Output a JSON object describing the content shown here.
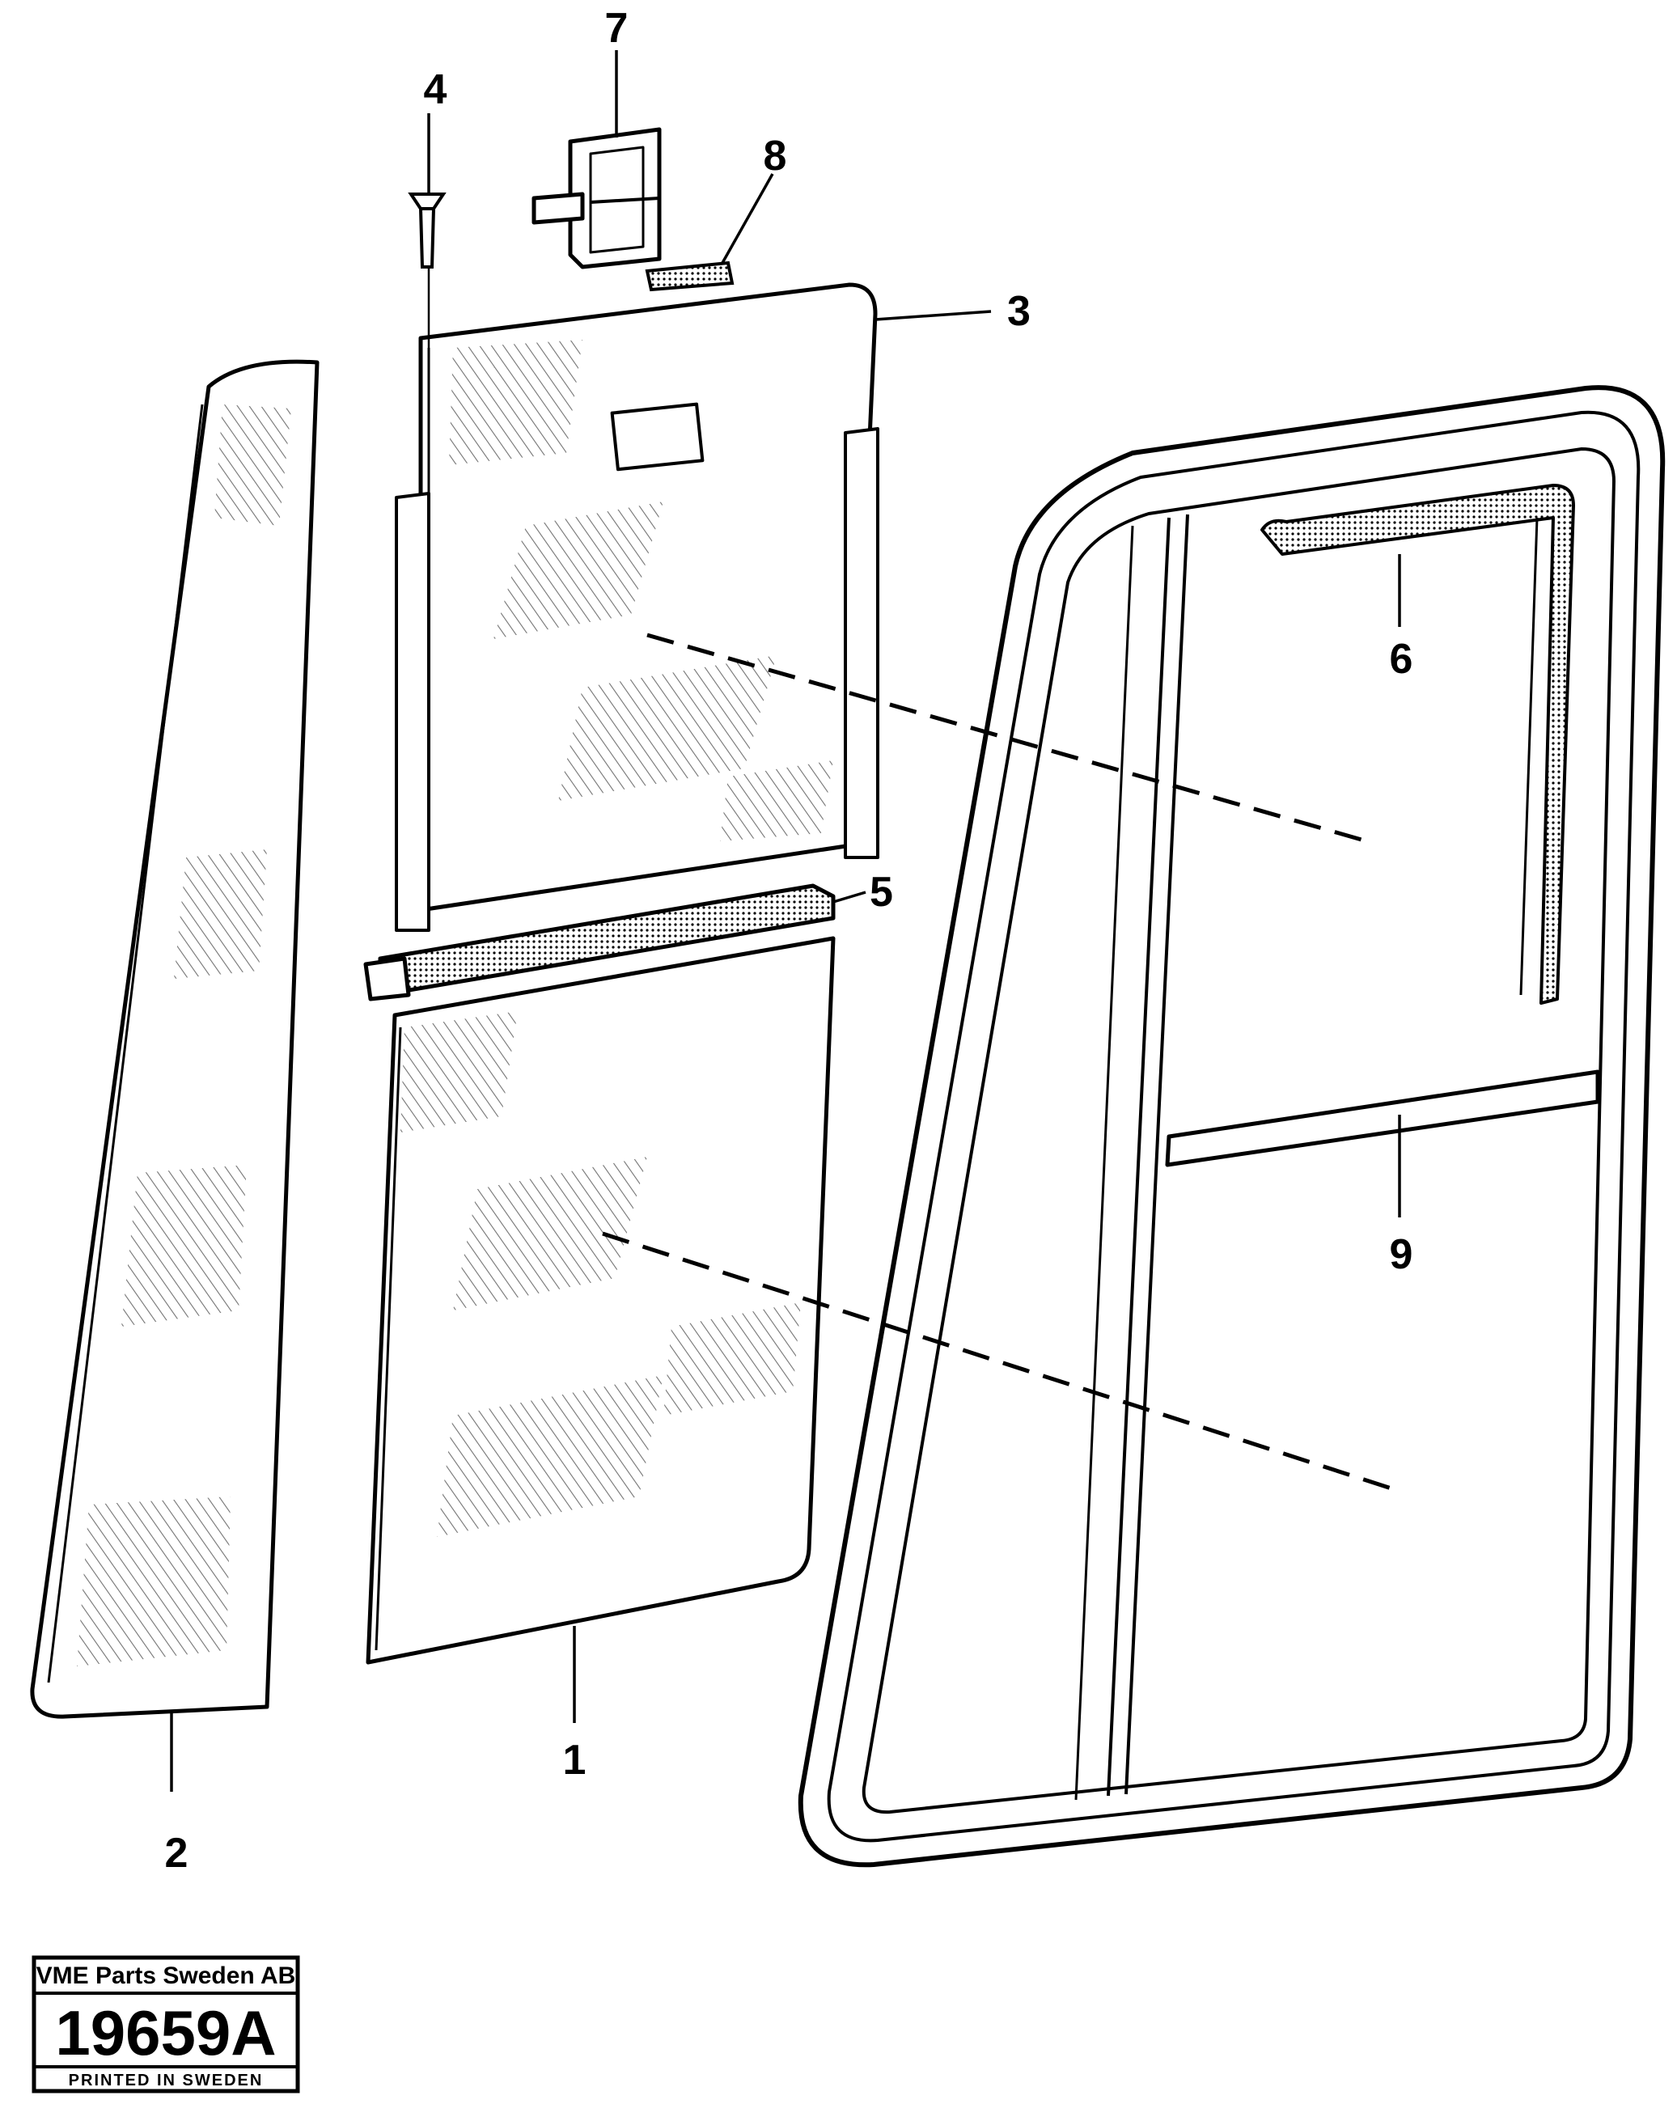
{
  "callouts": [
    {
      "id": "1",
      "label": "1"
    },
    {
      "id": "2",
      "label": "2"
    },
    {
      "id": "3",
      "label": "3"
    },
    {
      "id": "4",
      "label": "4"
    },
    {
      "id": "5",
      "label": "5"
    },
    {
      "id": "6",
      "label": "6"
    },
    {
      "id": "7",
      "label": "7"
    },
    {
      "id": "8",
      "label": "8"
    },
    {
      "id": "9",
      "label": "9"
    }
  ],
  "stamp": {
    "company": "VME Parts Sweden AB",
    "drawing_number": "19659A",
    "printed": "PRINTED IN SWEDEN"
  }
}
